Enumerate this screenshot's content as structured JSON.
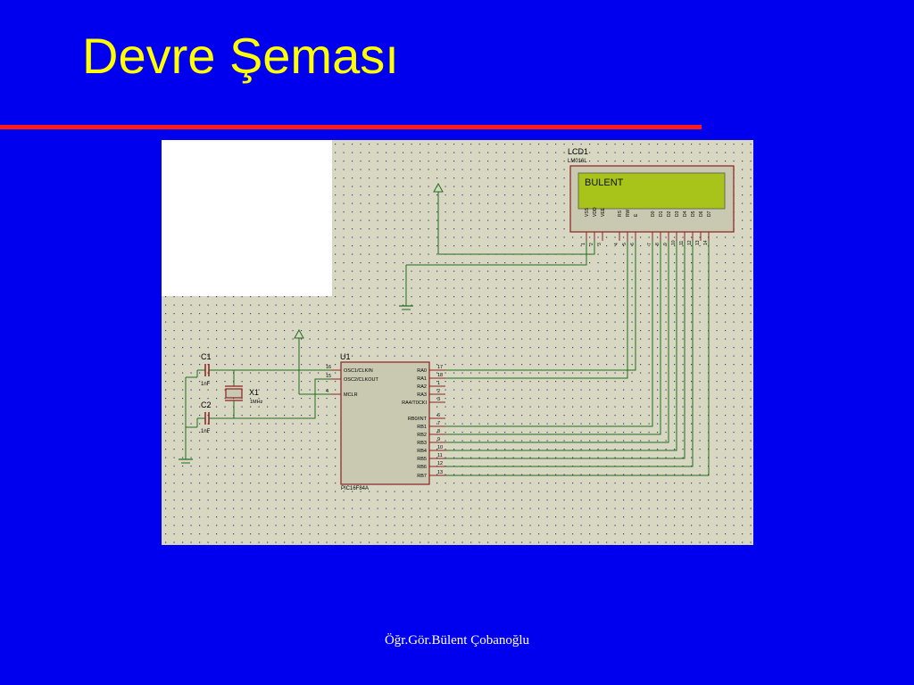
{
  "slide": {
    "title": "Devre Şeması",
    "footer": "Öğr.Gör.Bülent Çobanoğlu"
  },
  "colors": {
    "background": "#0000ee",
    "title": "#ffff00",
    "rule": "#ff1a1a",
    "schematic_bg": "#d8d8c2",
    "grid_dot": "#3b3b7a",
    "wire": "#1f6b1f",
    "component_outline": "#8a2020",
    "lcd_screen": "#a8c31a"
  },
  "lcd": {
    "ref": "LCD1",
    "part": "LM016L",
    "display_text": "BULENT",
    "pin_names": [
      "VSS",
      "VDD",
      "VEE",
      "RS",
      "RW",
      "E",
      "D0",
      "D1",
      "D2",
      "D3",
      "D4",
      "D5",
      "D6",
      "D7"
    ],
    "pin_numbers": [
      "1",
      "2",
      "3",
      "4",
      "5",
      "6",
      "7",
      "8",
      "9",
      "10",
      "11",
      "12",
      "13",
      "14"
    ]
  },
  "mcu": {
    "ref": "U1",
    "part": "PIC16F84A",
    "left_pins": [
      {
        "name": "OSC1/CLKIN",
        "num": "16"
      },
      {
        "name": "OSC2/CLKOUT",
        "num": "15"
      },
      {
        "name": "MCLR",
        "num": "4"
      }
    ],
    "right_pins": [
      {
        "name": "RA0",
        "num": "17"
      },
      {
        "name": "RA1",
        "num": "18"
      },
      {
        "name": "RA2",
        "num": "1"
      },
      {
        "name": "RA3",
        "num": "2"
      },
      {
        "name": "RA4/T0CKI",
        "num": "3"
      },
      {
        "name": "RB0/INT",
        "num": "6"
      },
      {
        "name": "RB1",
        "num": "7"
      },
      {
        "name": "RB2",
        "num": "8"
      },
      {
        "name": "RB3",
        "num": "9"
      },
      {
        "name": "RB4",
        "num": "10"
      },
      {
        "name": "RB5",
        "num": "11"
      },
      {
        "name": "RB6",
        "num": "12"
      },
      {
        "name": "RB7",
        "num": "13"
      }
    ]
  },
  "c1": {
    "ref": "C1",
    "value": "1nF"
  },
  "c2": {
    "ref": "C2",
    "value": "1nF"
  },
  "x1": {
    "ref": "X1",
    "value": "1MHz"
  }
}
